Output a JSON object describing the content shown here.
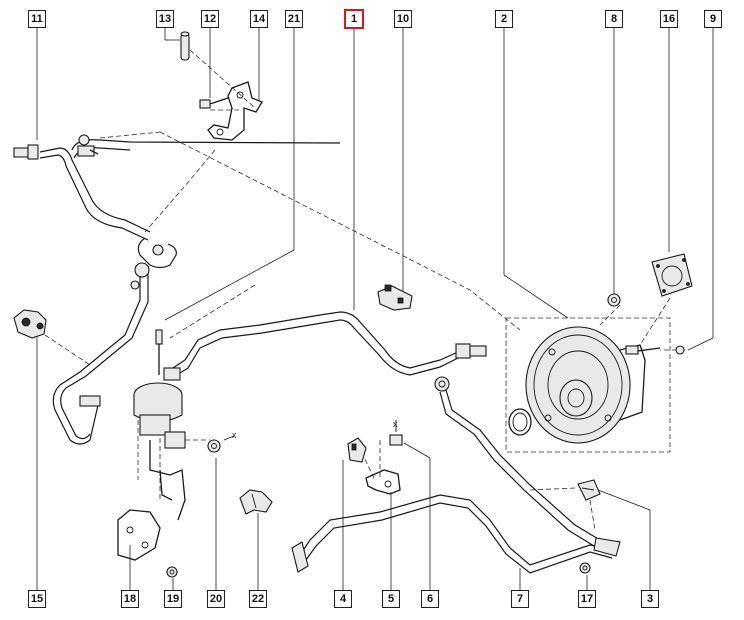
{
  "diagram": {
    "callouts": [
      {
        "id": "11",
        "label": "11"
      },
      {
        "id": "13",
        "label": "13"
      },
      {
        "id": "12",
        "label": "12"
      },
      {
        "id": "14",
        "label": "14"
      },
      {
        "id": "21",
        "label": "21"
      },
      {
        "id": "1",
        "label": "1",
        "highlighted": true
      },
      {
        "id": "10",
        "label": "10"
      },
      {
        "id": "2",
        "label": "2"
      },
      {
        "id": "8",
        "label": "8"
      },
      {
        "id": "16",
        "label": "16"
      },
      {
        "id": "9",
        "label": "9"
      },
      {
        "id": "15",
        "label": "15"
      },
      {
        "id": "18",
        "label": "18"
      },
      {
        "id": "19",
        "label": "19"
      },
      {
        "id": "20",
        "label": "20"
      },
      {
        "id": "22",
        "label": "22"
      },
      {
        "id": "4",
        "label": "4"
      },
      {
        "id": "5",
        "label": "5"
      },
      {
        "id": "6",
        "label": "6"
      },
      {
        "id": "7",
        "label": "7"
      },
      {
        "id": "17",
        "label": "17"
      },
      {
        "id": "3",
        "label": "3"
      }
    ],
    "axis_marks": {
      "x_mark_20": "x",
      "x_mark_5": "x"
    },
    "colors": {
      "line": "#1a1a1a",
      "highlight": "#e0141e",
      "background": "#ffffff"
    }
  }
}
